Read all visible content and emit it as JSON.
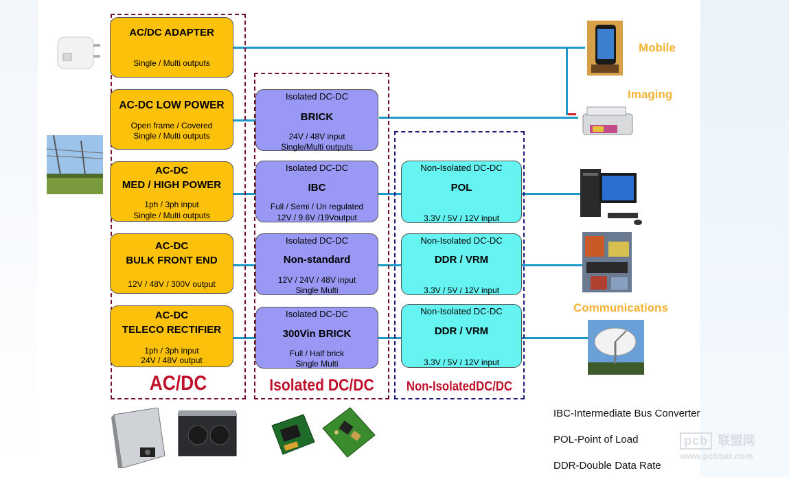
{
  "groups": {
    "acdc": "AC/DC",
    "isolated": "Isolated DC/DC",
    "non_isolated": "Non-IsolatedDC/DC"
  },
  "acdc_boxes": [
    {
      "title": [
        "AC/DC ADAPTER"
      ],
      "sub": [
        "Single / Multi outputs"
      ]
    },
    {
      "title": [
        "AC-DC LOW POWER"
      ],
      "sub": [
        "Open frame / Covered",
        "Single / Multi outputs"
      ]
    },
    {
      "title": [
        "AC-DC",
        "MED / HIGH POWER"
      ],
      "sub": [
        "1ph / 3ph input",
        "Single / Multi outputs"
      ]
    },
    {
      "title": [
        "AC-DC",
        "BULK FRONT END"
      ],
      "sub": [
        "12V /  48V / 300V output"
      ]
    },
    {
      "title": [
        "AC-DC",
        "TELECO RECTIFIER"
      ],
      "sub": [
        "1ph / 3ph input",
        "24V / 48V output"
      ]
    }
  ],
  "iso_boxes": [
    {
      "header": "Isolated DC-DC",
      "name": "BRICK",
      "sub": [
        "24V / 48V input",
        "Single/Multi outputs"
      ]
    },
    {
      "header": "Isolated DC-DC",
      "name": "IBC",
      "sub": [
        "Full / Semi / Un regulated",
        "12V / 9.6V /19Voutput"
      ]
    },
    {
      "header": "Isolated DC-DC",
      "name": "Non-standard",
      "sub": [
        "12V / 24V / 48V input",
        "Single Multi"
      ]
    },
    {
      "header": "Isolated DC-DC",
      "name": "300Vin BRICK",
      "sub": [
        "Full / Half brick",
        "Single Multi"
      ]
    }
  ],
  "niso_boxes": [
    {
      "header": "Non-Isolated DC-DC",
      "name": "POL",
      "sub": "3.3V / 5V / 12V input"
    },
    {
      "header": "Non-Isolated DC-DC",
      "name": "DDR / VRM",
      "sub": "3.3V / 5V / 12V input"
    },
    {
      "header": "Non-Isolated DC-DC",
      "name": "DDR / VRM",
      "sub": "3.3V / 5V / 12V input"
    }
  ],
  "categories": {
    "mobile": "Mobile",
    "imaging": "Imaging",
    "communications": "Communications"
  },
  "legend": [
    "IBC-Intermediate Bus Converter",
    "POL-Point of Load",
    "DDR-Double Data Rate"
  ],
  "watermark": {
    "logo": "pcb",
    "cn": "联盟网",
    "url": "www.pcbbar.com"
  },
  "colors": {
    "acdc_fill": "#fcc10a",
    "iso_fill": "#9999f5",
    "niso_fill": "#66f4f2",
    "acdc_border": "#7a1030",
    "niso_border": "#1a1a7a",
    "wire": "#1c98c9",
    "category_text": "#f5b335"
  }
}
